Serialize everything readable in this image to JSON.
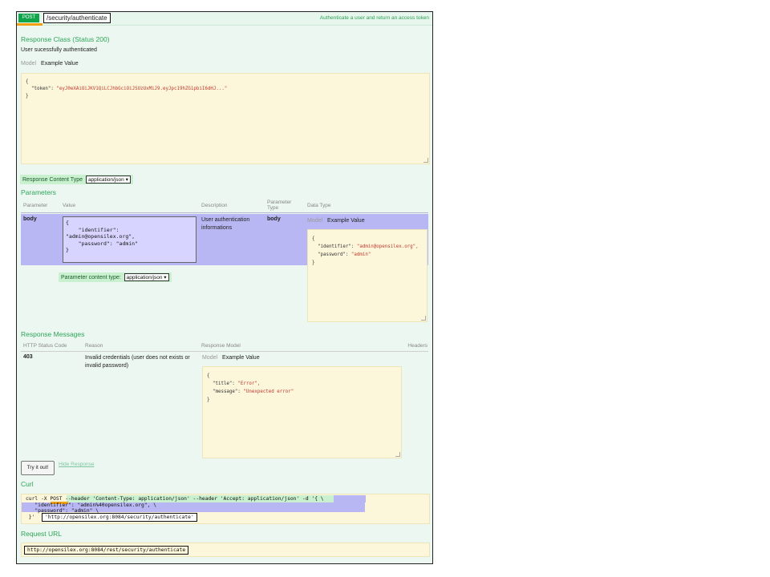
{
  "header": {
    "method": "POST",
    "path": "/security/authenticate",
    "summary": "Authenticate a user and return an access token"
  },
  "response_class": {
    "title": "Response Class (Status 200)",
    "description": "User sucessfully authenticated",
    "tab_model": "Model",
    "tab_example": "Example Value",
    "example_open": "{",
    "example_key": "\"token\":",
    "example_value": "\"eyJ0eXAiOiJKV1QiLCJhbGciOiJSUzUxMiJ9.eyJpc19hZG1pbiI6dHJ...\"",
    "example_close": "}"
  },
  "response_content_type": {
    "label": "Response Content Type",
    "selected": "application/json"
  },
  "parameters": {
    "title": "Parameters",
    "headers": {
      "parameter": "Parameter",
      "value": "Value",
      "description": "Description",
      "param_type": "Parameter Type",
      "data_type": "Data Type"
    },
    "row": {
      "name": "body",
      "value": "{\n    \"identifier\":\n\"admin@opensilex.org\",\n    \"password\": \"admin\"\n}",
      "description": "User authentication informations",
      "param_type": "body",
      "tab_model": "Model",
      "tab_example": "Example Value",
      "example_open": "{",
      "example_id_key": "\"identifier\":",
      "example_id_val": "\"admin@opensilex.org\",",
      "example_pw_key": "\"password\":",
      "example_pw_val": "\"admin\"",
      "example_close": "}"
    },
    "content_type_label": "Parameter content type:",
    "content_type_selected": "application/json"
  },
  "response_messages": {
    "title": "Response Messages",
    "headers": {
      "status": "HTTP Status Code",
      "reason": "Reason",
      "model": "Response Model",
      "hdrs": "Headers"
    },
    "row": {
      "status": "403",
      "reason": "Invalid credentials (user does not exists or invalid password)",
      "tab_model": "Model",
      "tab_example": "Example Value",
      "example_open": "{",
      "title_key": "\"title\":",
      "title_val": "\"Error\",",
      "message_key": "\"message\":",
      "message_val": "\"Unexpected error\"",
      "example_close": "}"
    }
  },
  "actions": {
    "try_label": "Try it out!",
    "hide_label": "Hide Response"
  },
  "curl": {
    "title": "Curl",
    "cmd": "curl",
    "flag": "-X",
    "method": "POST",
    "headers": "--header 'Content-Type: application/json' --header 'Accept: application/json'",
    "data_flag": "-d '{ \\",
    "line2": "   \"identifier\": \"admin%40opensilex.org\", \\",
    "line3": "   \"password\": \"admin\" \\",
    "line4_start": " }'",
    "url": "'http://opensilex.org:8084/security/authenticate'"
  },
  "request_url": {
    "title": "Request URL",
    "url": "http://opensilex.org:8084/rest/security/authenticate"
  }
}
